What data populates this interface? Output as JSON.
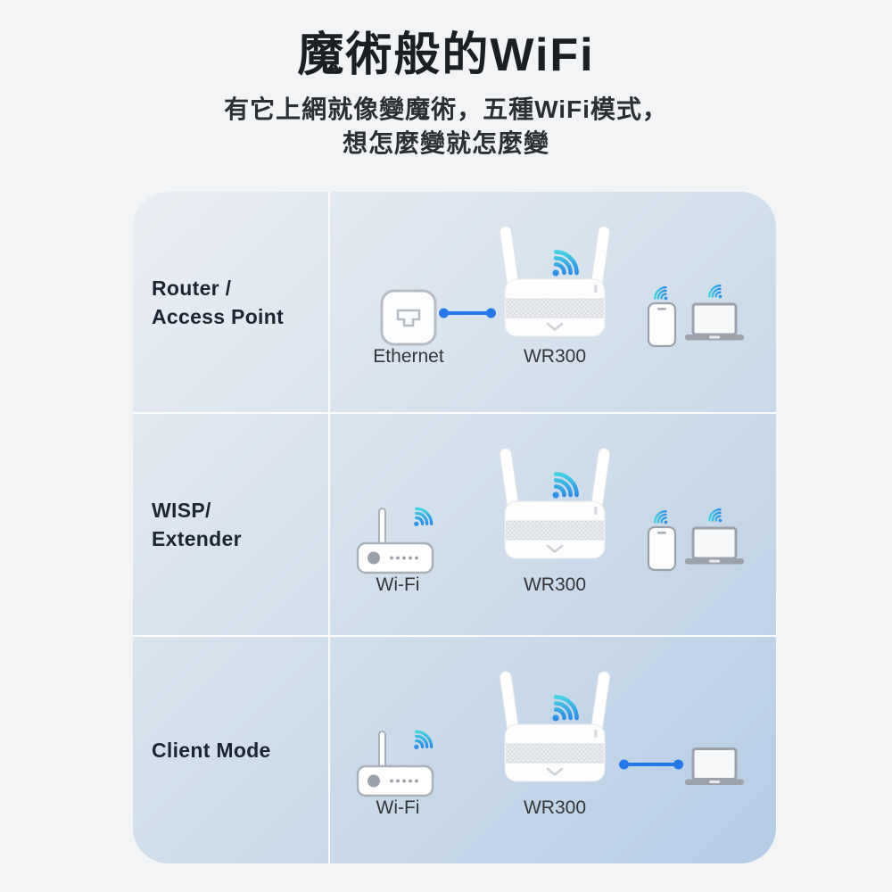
{
  "header": {
    "title": "魔術般的WiFi",
    "subtitle_line1": "有它上網就像變魔術，五種WiFi模式，",
    "subtitle_line2": "想怎麼變就怎麼變"
  },
  "table": {
    "rows": [
      {
        "label_line1": "Router /",
        "label_line2": "Access Point",
        "source_label": "Ethernet",
        "device_label": "WR300",
        "source_icon": "ethernet-socket-icon",
        "source_connection": "wired",
        "client_icons": [
          "phone-icon",
          "laptop-icon"
        ],
        "client_connection": "wireless"
      },
      {
        "label_line1": "WISP/",
        "label_line2": "Extender",
        "source_label": "Wi-Fi",
        "device_label": "WR300",
        "source_icon": "wifi-router-icon",
        "source_connection": "wireless",
        "client_icons": [
          "phone-icon",
          "laptop-icon"
        ],
        "client_connection": "wireless"
      },
      {
        "label_line1": "Client Mode",
        "source_label": "Wi-Fi",
        "device_label": "WR300",
        "source_icon": "wifi-router-icon",
        "source_connection": "wireless",
        "client_icons": [
          "laptop-icon"
        ],
        "client_connection": "wired"
      }
    ]
  },
  "icons": [
    "wifi-signal-icon",
    "wr300-router-icon",
    "wifi-router-icon",
    "ethernet-socket-icon",
    "phone-icon",
    "laptop-icon",
    "wired-connector"
  ],
  "colors": {
    "page_background": "#f3f4f6",
    "panel_gradient_top": "#ebeff4",
    "panel_gradient_bottom": "#b5cde5",
    "divider": "#ffffff",
    "accent_blue": "#2678e8",
    "accent_teal": "#45d2e0",
    "heading_text": "#1b1e23",
    "mode_label_text": "#1c2633",
    "icon_gray": "#9aa1aa"
  }
}
